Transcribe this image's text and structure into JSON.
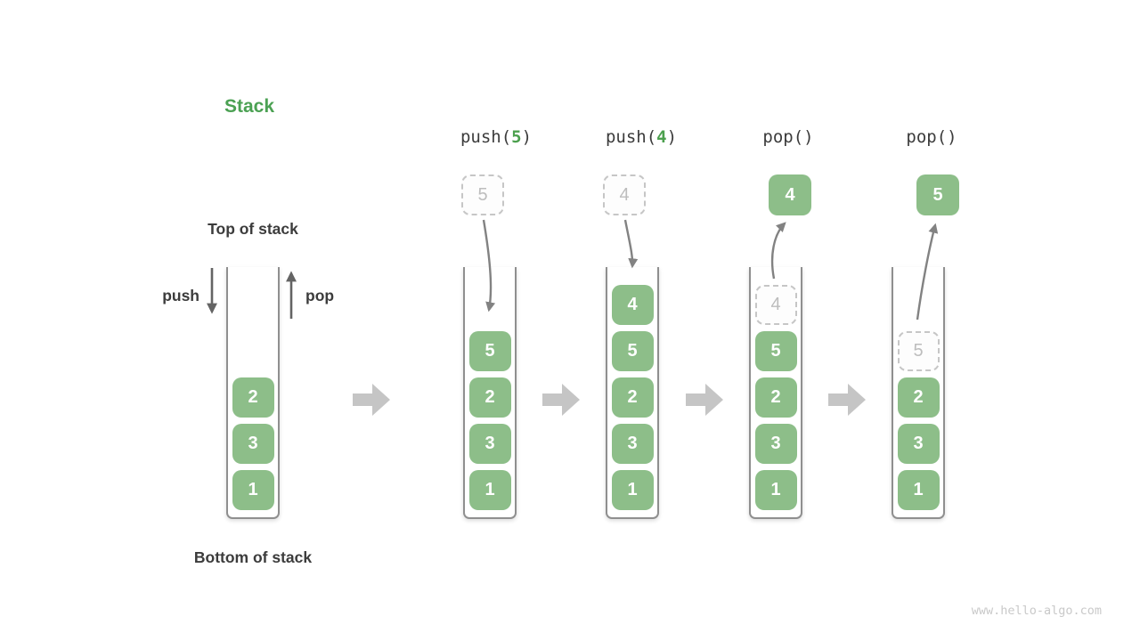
{
  "title": "Stack",
  "labels": {
    "top_of_stack": "Top of stack",
    "bottom_of_stack": "Bottom of stack",
    "push": "push",
    "pop": "pop"
  },
  "watermark": "www.hello-algo.com",
  "colors": {
    "title_green": "#4BA153",
    "op_value_green": "#4CA04E",
    "cell_green": "#8DBE89",
    "cell_text": "#FFFFFF",
    "dark_text": "#3C3C3C",
    "ghost_border": "#C6C6C6",
    "ghost_text": "#BDBDBD",
    "container_border": "#8F8F8F",
    "flow_arrow_gray": "#C5C5C5",
    "curve_arrow_gray": "#828282",
    "push_pop_arrow": "#646464",
    "watermark_text": "#C9C9C9"
  },
  "columns": [
    {
      "id": "initial",
      "operation": null,
      "cells": [
        "2",
        "3",
        "1"
      ]
    },
    {
      "id": "push-5",
      "operation": {
        "prefix": "push(",
        "value": "5",
        "suffix": ")"
      },
      "incoming_value": "5",
      "cells": [
        "5",
        "2",
        "3",
        "1"
      ]
    },
    {
      "id": "push-4",
      "operation": {
        "prefix": "push(",
        "value": "4",
        "suffix": ")"
      },
      "incoming_value": "4",
      "cells": [
        "4",
        "5",
        "2",
        "3",
        "1"
      ]
    },
    {
      "id": "pop-4",
      "operation": {
        "prefix": "pop()",
        "value": "",
        "suffix": ""
      },
      "popped_value": "4",
      "ghost_value": "4",
      "cells": [
        "5",
        "2",
        "3",
        "1"
      ]
    },
    {
      "id": "pop-5",
      "operation": {
        "prefix": "pop()",
        "value": "",
        "suffix": ""
      },
      "popped_value": "5",
      "ghost_value": "5",
      "cells": [
        "2",
        "3",
        "1"
      ]
    }
  ]
}
